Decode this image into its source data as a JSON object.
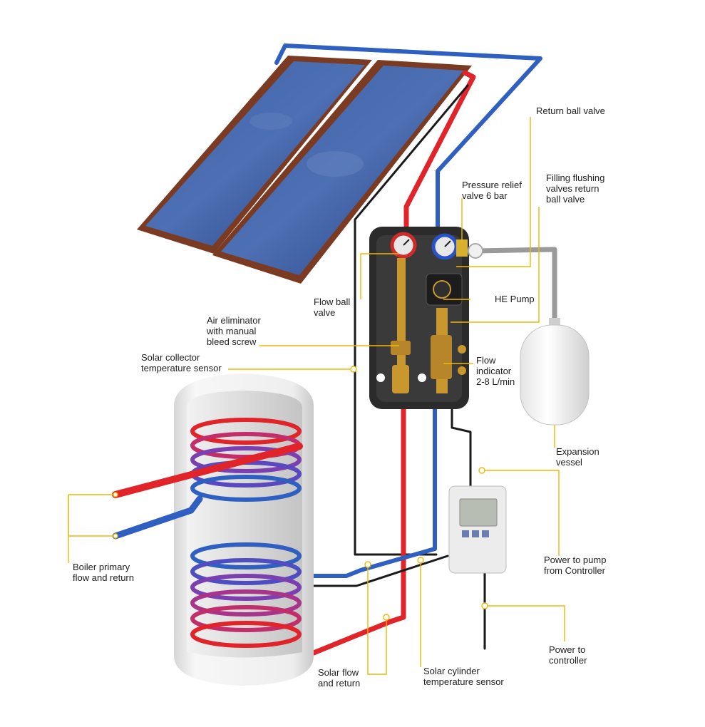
{
  "labels": {
    "return_ball_valve": "Return ball valve",
    "pressure_relief_valve": "Pressure relief\nvalve 6 bar",
    "filling_flushing_valves": "Filling flushing\nvalves return\nball valve",
    "flow_ball_valve": "Flow ball\nvalve",
    "he_pump": "HE Pump",
    "air_eliminator": "Air eliminator\nwith manual\nbleed screw",
    "solar_collector_sensor": "Solar collector\ntemperature sensor",
    "flow_indicator": "Flow\nindicator\n2-8 L/min",
    "expansion_vessel": "Expansion\nvessel",
    "boiler_primary": "Boiler primary\nflow and return",
    "power_to_pump": "Power to pump\nfrom Controller",
    "power_to_controller": "Power to\ncontroller",
    "solar_flow_return": "Solar flow\nand return",
    "solar_cylinder_sensor": "Solar cylinder\ntemperature sensor"
  },
  "colors": {
    "flow_pipe": "#e0242a",
    "return_pipe": "#2f5fc0",
    "cable": "#1a1a1a",
    "leader_line": "#f2b705",
    "panel_frame": "#7a3b22",
    "panel_glass": "#2f4f8f",
    "station_body": "#2b2b2b",
    "brass": "#c8972e",
    "cylinder": "#e8e8e8",
    "coil_purple": "#7b3fb0"
  }
}
